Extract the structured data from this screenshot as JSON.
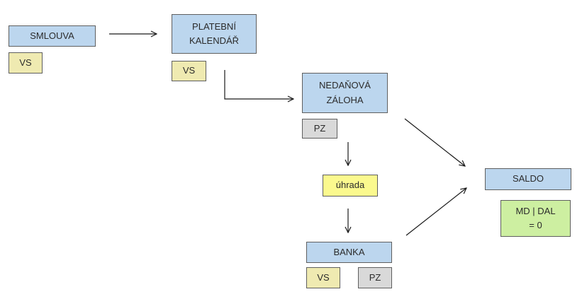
{
  "nodes": {
    "smlouva": "SMLOUVA",
    "smlouva_vs": "VS",
    "platebni_kalendar": "PLATEBNÍ\nKALENDÁŘ",
    "platebni_vs": "VS",
    "nedanova_zaloha": "NEDAŇOVÁ\nZÁLOHA",
    "zaloha_pz": "PZ",
    "uhrada": "úhrada",
    "banka": "BANKA",
    "banka_vs": "VS",
    "banka_pz": "PZ",
    "saldo": "SALDO",
    "saldo_result": "MD | DAL\n= 0"
  },
  "colors": {
    "blue": "#bcd6ee",
    "tan": "#efeab1",
    "grey": "#d9d9d9",
    "yellow": "#fbf98e",
    "green": "#cdefa1",
    "border": "#5f5f5f",
    "arrow": "#1a1a1a"
  }
}
